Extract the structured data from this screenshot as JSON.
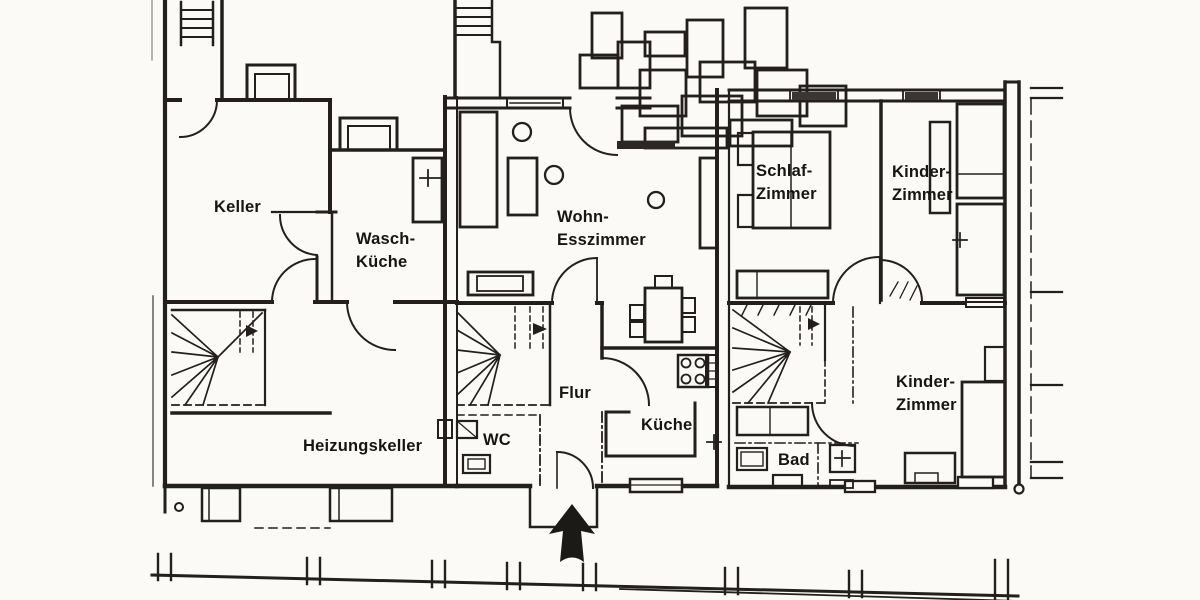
{
  "meta": {
    "kind": "scanned floor plan",
    "paper_color": "#fbfaf7",
    "ink_color": "#221f1c"
  },
  "icons": {
    "entrance_arrow": "arrow-up",
    "stair_direction_triangle": "triangle-right"
  },
  "rooms": {
    "keller": {
      "label": "Keller"
    },
    "waschkueche": {
      "label": "Wasch-\nKüche"
    },
    "wohn_esszimmer": {
      "label": "Wohn-\nEsszimmer"
    },
    "schlafzimmer": {
      "label": "Schlaf-\nZimmer"
    },
    "kinderzimmer_1": {
      "label": "Kinder-\nZimmer"
    },
    "flur": {
      "label": "Flur"
    },
    "wc": {
      "label": "WC"
    },
    "kueche": {
      "label": "Küche"
    },
    "bad": {
      "label": "Bad"
    },
    "heizungskeller": {
      "label": "Heizungskeller"
    },
    "kinderzimmer_2": {
      "label": "Kinder-\nZimmer"
    }
  }
}
